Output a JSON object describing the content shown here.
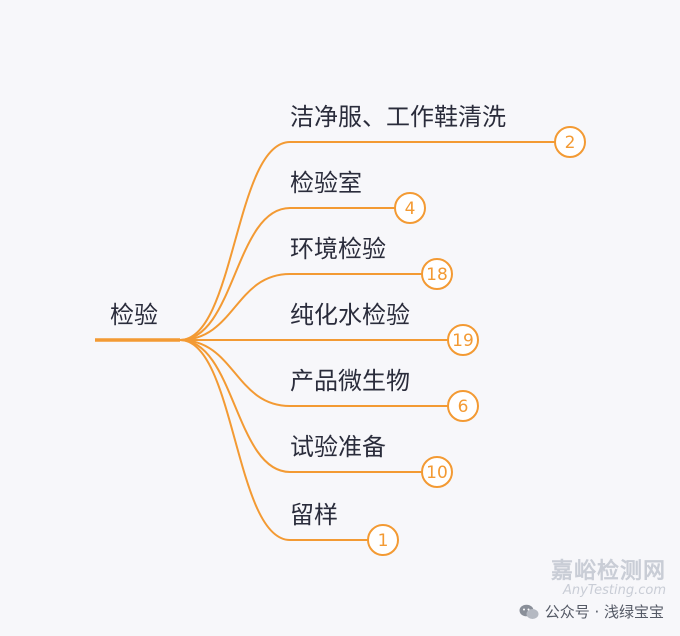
{
  "root": {
    "label": "检验"
  },
  "branches": [
    {
      "label": "洁净服、工作鞋清洗",
      "count": "2"
    },
    {
      "label": "检验室",
      "count": "4"
    },
    {
      "label": "环境检验",
      "count": "18"
    },
    {
      "label": "纯化水检验",
      "count": "19"
    },
    {
      "label": "产品微生物",
      "count": "6"
    },
    {
      "label": "试验准备",
      "count": "10"
    },
    {
      "label": "留样",
      "count": "1"
    }
  ],
  "colors": {
    "accent": "#f39a33",
    "text": "#2a2c3b",
    "background": "#f7f7fa"
  },
  "watermark": {
    "title": "嘉峪检测网",
    "subtitle": "AnyTesting.com"
  },
  "account": {
    "icon": "wechat-icon",
    "label": "公众号 · 浅绿宝宝"
  }
}
